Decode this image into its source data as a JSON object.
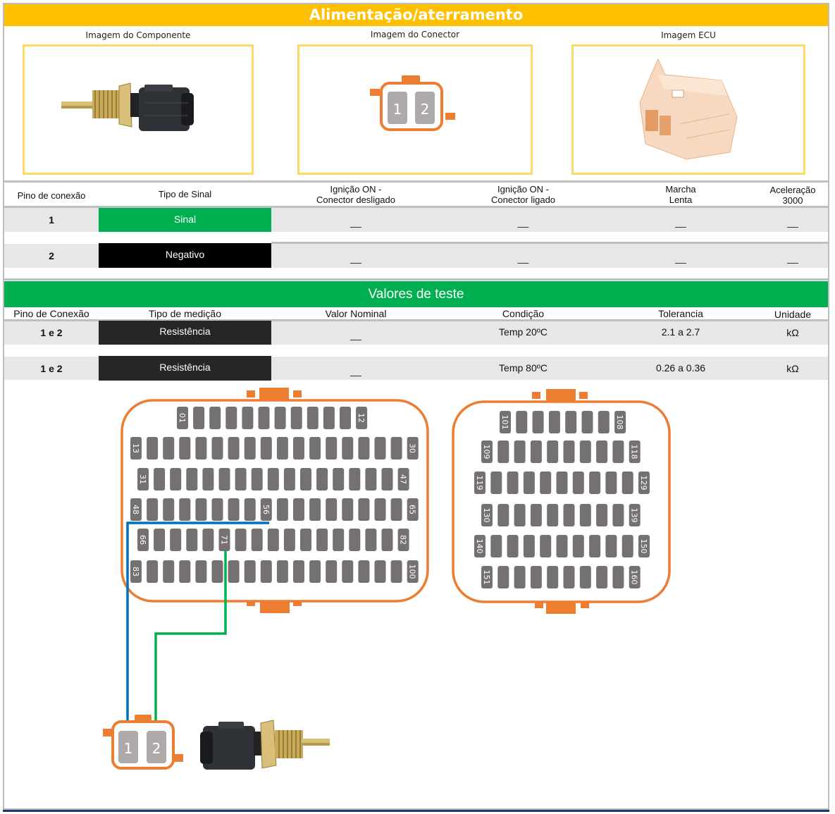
{
  "title": "Alimentação/aterramento",
  "images": {
    "component_label": "Imagem do Componente",
    "connector_label": "Imagem do Conector",
    "ecu_label": "Imagem ECU"
  },
  "connector_pins": [
    "1",
    "2"
  ],
  "signal_table": {
    "headers": [
      "Pino de conexão",
      "Tipo de Sinal",
      "Ignição ON -\nConector desligado",
      "Ignição ON -\nConector ligado",
      "Marcha\nLenta",
      "Aceleração\n3000"
    ],
    "headers_split": [
      [
        "Pino de conexão"
      ],
      [
        "Tipo de Sinal"
      ],
      [
        "Ignição ON -",
        "Conector desligado"
      ],
      [
        "Ignição ON -",
        "Conector ligado"
      ],
      [
        "Marcha",
        "Lenta"
      ],
      [
        "Aceleração",
        "3000"
      ]
    ],
    "rows": [
      {
        "pin": "1",
        "type": "Sinal",
        "type_color": "#00b050",
        "ign_off": "__",
        "ign_on": "__",
        "idle": "__",
        "accel": "__"
      },
      {
        "pin": "2",
        "type": "Negativo",
        "type_color": "#000000",
        "ign_off": "__",
        "ign_on": "__",
        "idle": "__",
        "accel": "__"
      }
    ]
  },
  "test_values": {
    "title": "Valores de teste",
    "headers": [
      "Pino de Conexão",
      "Tipo de medição",
      "Valor Nominal",
      "Condição",
      "Tolerancia",
      "Unidade"
    ],
    "rows": [
      {
        "pin": "1 e 2",
        "type": "Resistência",
        "nominal": "__",
        "condition": "Temp 20ºC",
        "tolerance": "2.1 a 2.7",
        "unit": "kΩ"
      },
      {
        "pin": "1 e 2",
        "type": "Resistência",
        "nominal": "__",
        "condition": "Temp 80ºC",
        "tolerance": "0.26 a 0.36",
        "unit": "kΩ"
      }
    ]
  },
  "ecu_connector_a": {
    "rows": [
      {
        "first": "01",
        "last": "12",
        "count": 12
      },
      {
        "first": "13",
        "last": "30",
        "count": 18
      },
      {
        "first": "31",
        "last": "47",
        "count": 17
      },
      {
        "first": "48",
        "last": "65",
        "count": 18,
        "marked": "56"
      },
      {
        "first": "66",
        "last": "82",
        "count": 17,
        "marked": "71"
      },
      {
        "first": "83",
        "last": "100",
        "count": 18
      }
    ]
  },
  "ecu_connector_b": {
    "rows": [
      {
        "first": "101",
        "last": "108",
        "count": 8
      },
      {
        "first": "109",
        "last": "118",
        "count": 10
      },
      {
        "first": "119",
        "last": "129",
        "count": 11
      },
      {
        "first": "130",
        "last": "139",
        "count": 10
      },
      {
        "first": "140",
        "last": "150",
        "count": 11
      },
      {
        "first": "151",
        "last": "160",
        "count": 10
      }
    ]
  },
  "wiring": [
    {
      "from_ecu_pin": "56",
      "to_sensor_pin": "1",
      "color": "#0070c0"
    },
    {
      "from_ecu_pin": "71",
      "to_sensor_pin": "2",
      "color": "#00b050"
    }
  ],
  "colors": {
    "header_yellow": "#ffc000",
    "frame_yellow": "#ffd966",
    "section_green": "#00b050",
    "connector_orange": "#ed7d31",
    "pin_gray": "#767171",
    "sensor_pin_gray": "#aeaaaa"
  }
}
